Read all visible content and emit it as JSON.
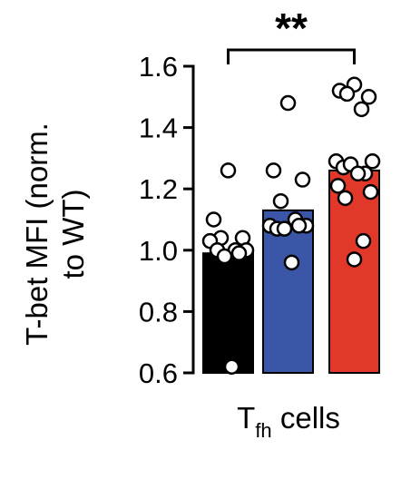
{
  "chart_data": {
    "type": "bar",
    "xlabel": {
      "main": "T",
      "subscript": "fh",
      "suffix": " cells"
    },
    "ylabel": {
      "line1": "T-bet MFI (norm.",
      "line2": "to WT)"
    },
    "ylim": [
      0.6,
      1.6
    ],
    "yticks": [
      "0.6",
      "0.8",
      "1.0",
      "1.2",
      "1.4",
      "1.6"
    ],
    "grid": false,
    "significance": {
      "label": "**",
      "from_bar": 0,
      "to_bar": 2
    },
    "bars": [
      {
        "value": 0.99,
        "color": "#000000",
        "points": [
          1.26,
          1.1,
          1.04,
          1.04,
          1.0,
          1.03,
          1.0,
          1.0,
          0.99,
          0.98,
          0.62
        ]
      },
      {
        "value": 1.13,
        "color": "#3b56a6",
        "points": [
          1.48,
          1.26,
          1.23,
          1.16,
          1.1,
          1.08,
          1.08,
          1.07,
          1.08,
          1.07,
          0.96
        ]
      },
      {
        "value": 1.26,
        "color": "#e2382a",
        "points": [
          1.54,
          1.52,
          1.5,
          1.51,
          1.46,
          1.29,
          1.29,
          1.27,
          1.25,
          1.28,
          1.25,
          1.21,
          1.19,
          1.17,
          1.03,
          0.97
        ]
      }
    ]
  }
}
